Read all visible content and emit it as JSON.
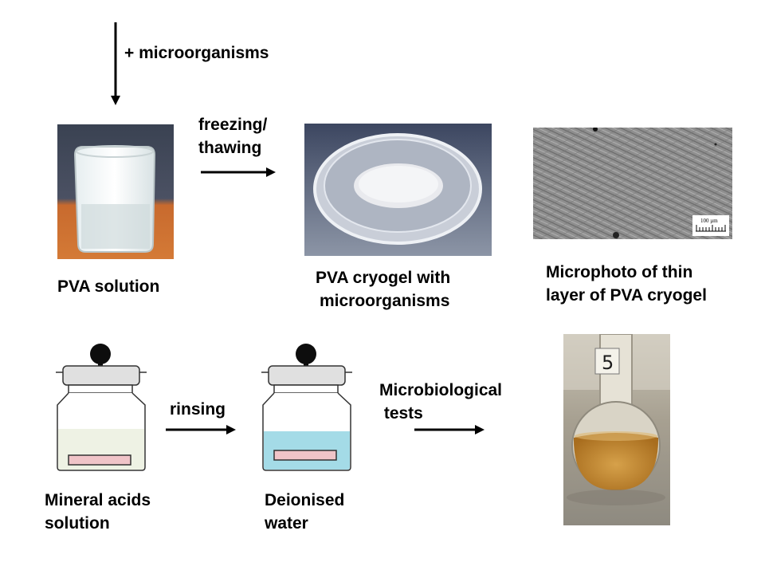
{
  "diagram": {
    "top_arrow_label": "+ microorganisms",
    "steps": {
      "pva_solution": "PVA solution",
      "freezing_label_line1": "freezing/",
      "freezing_label_line2": "thawing",
      "cryogel_line1": "PVA cryogel with",
      "cryogel_line2": "microorganisms",
      "microphoto_line1": "Microphoto of thin",
      "microphoto_line2": "layer of PVA cryogel",
      "scale_bar_label": "100 µm",
      "mineral_line1": "Mineral acids",
      "mineral_line2": "solution",
      "rinsing_label": "rinsing",
      "deionised_line1": "Deionised",
      "deionised_line2": "water",
      "micro_tests_line1": "Microbiological",
      "micro_tests_line2": " tests",
      "flask_number": "5"
    },
    "colors": {
      "arrow": "#000000",
      "acid_fill": "#eef2e4",
      "water_fill": "#a4dbe7",
      "sample_strip": "#f0c4c8",
      "lid": "#e0e0e0",
      "knob": "#0d0d0d"
    }
  }
}
